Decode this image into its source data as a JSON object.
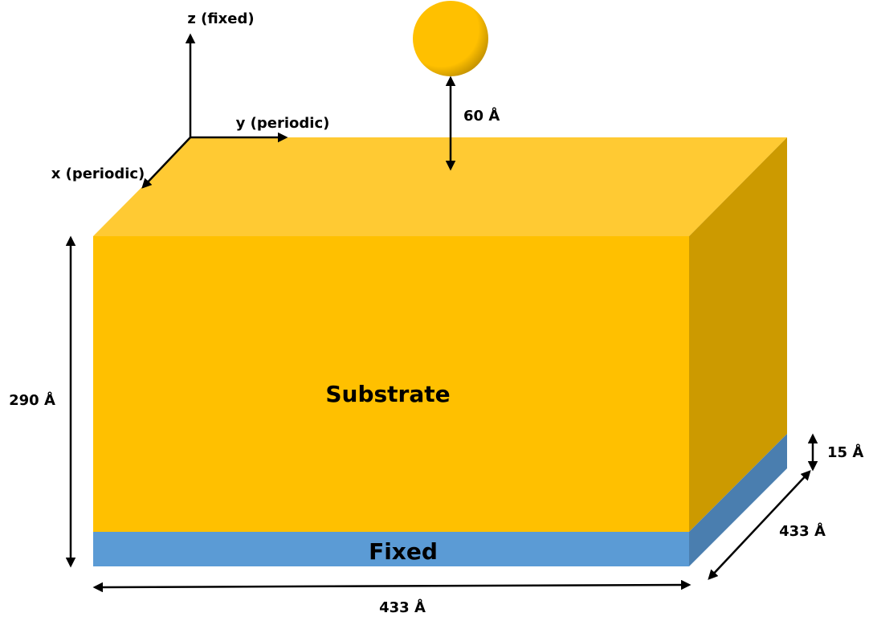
{
  "axes": {
    "z_label": "z (fixed)",
    "y_label": "y (periodic)",
    "x_label": "x (periodic)"
  },
  "labels": {
    "substrate": "Substrate",
    "fixed": "Fixed",
    "gap": "60 Å",
    "height": "290 Å",
    "width": "433 Å",
    "depth": "433 Å",
    "fixed_thickness": "15 Å"
  },
  "colors": {
    "substrate_front": "#FFC000",
    "substrate_top": "#FFCA33",
    "substrate_side": "#CC9A00",
    "fixed_front": "#5B9BD5",
    "fixed_side": "#4A7EAF",
    "sphere": "#FFC000"
  }
}
